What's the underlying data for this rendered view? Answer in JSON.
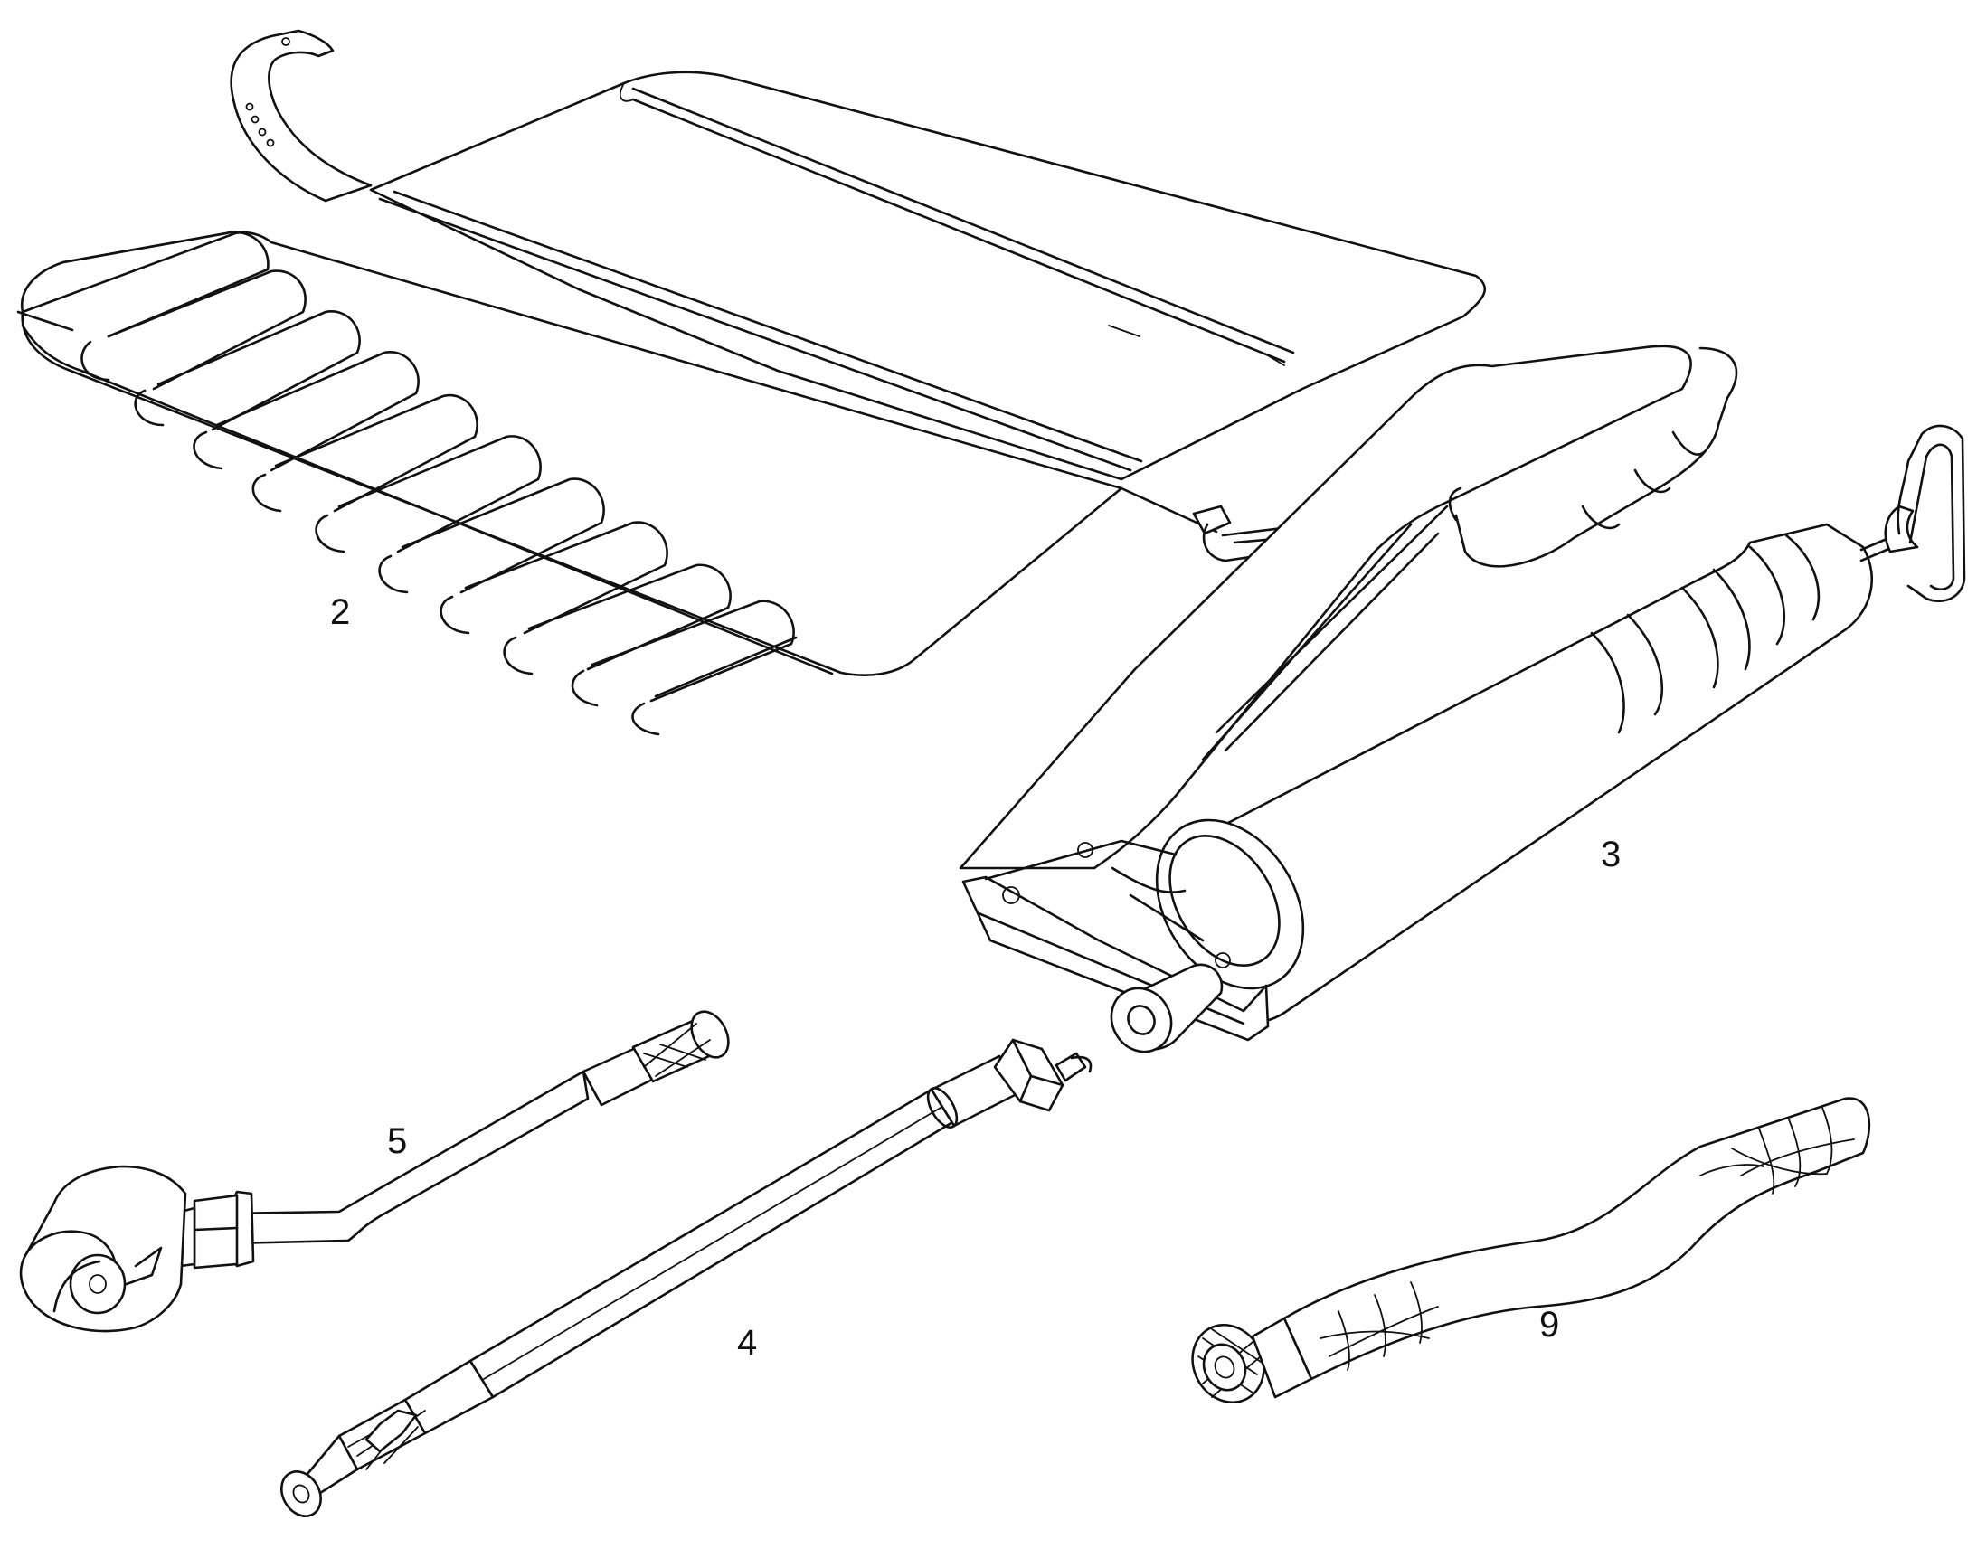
{
  "diagram": {
    "parts": [
      {
        "id": "tool-roll",
        "label": "2"
      },
      {
        "id": "grease-gun",
        "label": "3"
      },
      {
        "id": "rigid-extension",
        "label": "4"
      },
      {
        "id": "angled-connector",
        "label": "5"
      },
      {
        "id": "flexible-hose",
        "label": "9"
      }
    ]
  }
}
